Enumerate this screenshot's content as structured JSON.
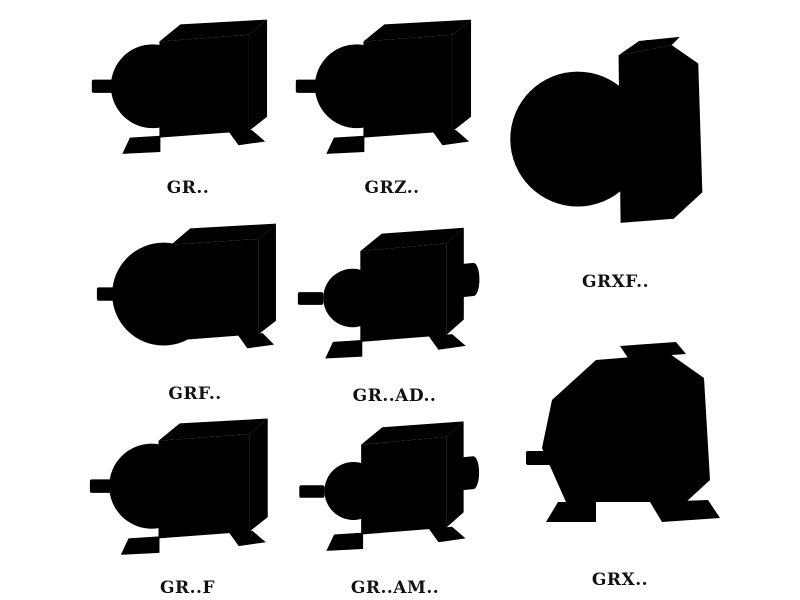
{
  "page": {
    "background": "#ffffff",
    "line_color": "#3f3f3f",
    "ghost_line_color": "#c7c7c7",
    "label_color": "#111111"
  },
  "figures": [
    {
      "label": "GR..",
      "drawing": "helical-gear-unit-foot-mounted",
      "line_style": "solid"
    },
    {
      "label": "GRZ..",
      "drawing": "helical-gear-unit-foot-mounted-variant",
      "line_style": "solid"
    },
    {
      "label": "GRXF..",
      "drawing": "helical-gear-unit-flange-front",
      "line_style": "solid"
    },
    {
      "label": "GRF..",
      "drawing": "helical-gear-unit-flange-mounted",
      "line_style": "solid"
    },
    {
      "label": "GR..AD..",
      "drawing": "helical-gear-unit-input-adapter-ghost",
      "line_style": "ghost"
    },
    {
      "label": "GR..F",
      "drawing": "helical-gear-unit-foot-flange",
      "line_style": "solid"
    },
    {
      "label": "GR..AM..",
      "drawing": "helical-gear-unit-motor-adapter-ghost",
      "line_style": "ghost"
    },
    {
      "label": "GRX..",
      "drawing": "helical-gear-unit-large-foot-mounted",
      "line_style": "solid"
    }
  ]
}
